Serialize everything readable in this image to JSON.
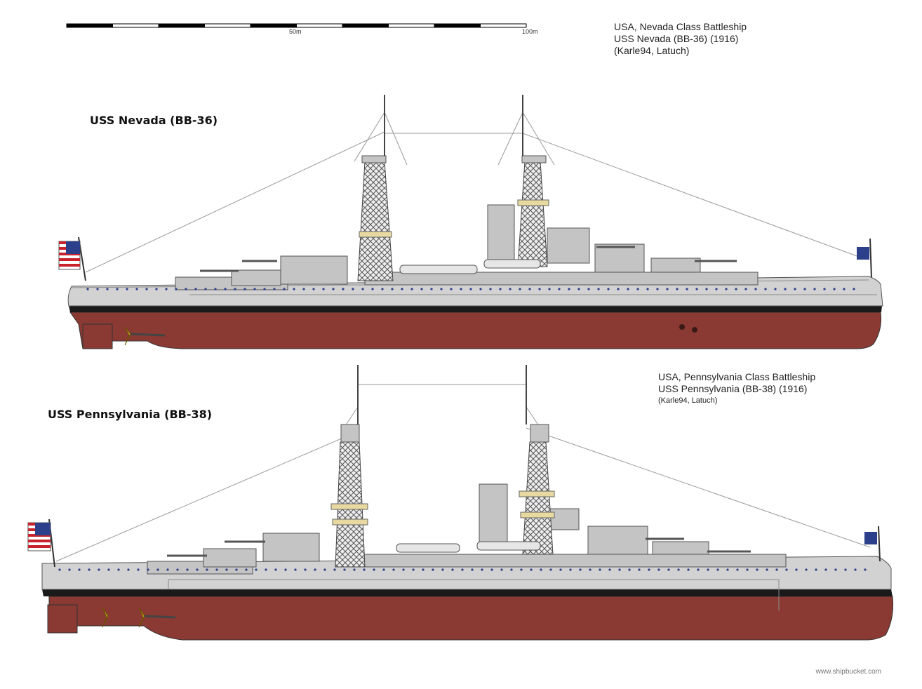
{
  "scale_bar": {
    "mid_label": "50m",
    "end_label": "100m"
  },
  "nevada": {
    "title": "USS Nevada (BB-36)",
    "credit_lines": [
      "USA, Nevada Class Battleship",
      "USS Nevada (BB-36) (1916)",
      "(Karle94, Latuch)"
    ]
  },
  "pennsylvania": {
    "title": "USS Pennsylvania (BB-38)",
    "credit_lines": [
      "USA, Pennsylvania Class Battleship",
      "USS Pennsylvania (BB-38) (1916)",
      "(Karle94, Latuch)"
    ]
  },
  "watermark": "www.shipbucket.com",
  "colors": {
    "hull_red": "#8a3a33",
    "hull_grey": "#d2d2d2",
    "boot_black": "#1a1a1a",
    "deck_grey": "#bdbdbd",
    "buff": "#e8d9a0",
    "port_blue": "#2b3f8a",
    "propeller": "#c9a227"
  }
}
